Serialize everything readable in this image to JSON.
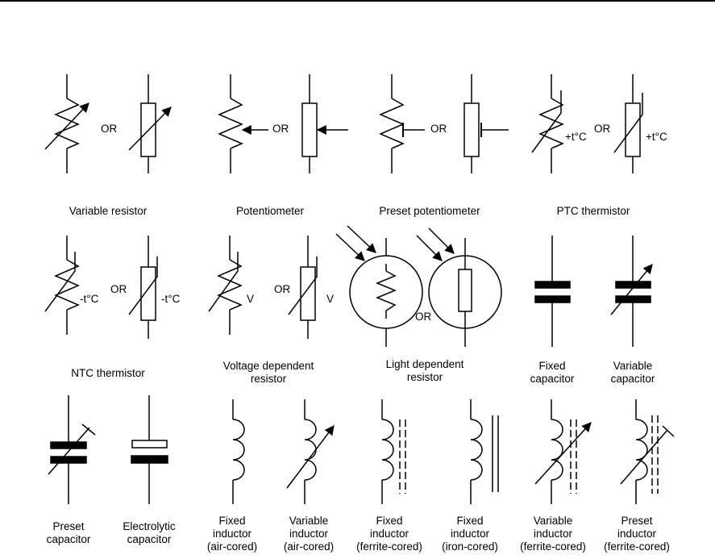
{
  "or": "OR",
  "sign": {
    "ptc": "+t°C",
    "ntc": "-t°C",
    "vdr": "V"
  },
  "captions": {
    "variable_resistor": "Variable resistor",
    "potentiometer": "Potentiometer",
    "preset_potentiometer": "Preset potentiometer",
    "ptc_thermistor": "PTC thermistor",
    "ntc_thermistor": "NTC thermistor",
    "vdr": [
      "Voltage dependent",
      "resistor"
    ],
    "ldr": [
      "Light dependent",
      "resistor"
    ],
    "fixed_capacitor": [
      "Fixed",
      "capacitor"
    ],
    "variable_capacitor": [
      "Variable",
      "capacitor"
    ],
    "preset_capacitor": [
      "Preset",
      "capacitor"
    ],
    "electrolytic_capacitor": [
      "Electrolytic",
      "capacitor"
    ],
    "fixed_inductor_air": [
      "Fixed",
      "inductor",
      "(air-cored)"
    ],
    "variable_inductor_air": [
      "Variable",
      "inductor",
      "(air-cored)"
    ],
    "fixed_inductor_ferrite": [
      "Fixed",
      "inductor",
      "(ferrite-cored)"
    ],
    "fixed_inductor_iron": [
      "Fixed",
      "inductor",
      "(iron-cored)"
    ],
    "variable_inductor_ferrite": [
      "Variable",
      "inductor",
      "(ferrite-cored)"
    ],
    "preset_inductor_ferrite": [
      "Preset",
      "inductor",
      "(ferrite-cored)"
    ]
  }
}
